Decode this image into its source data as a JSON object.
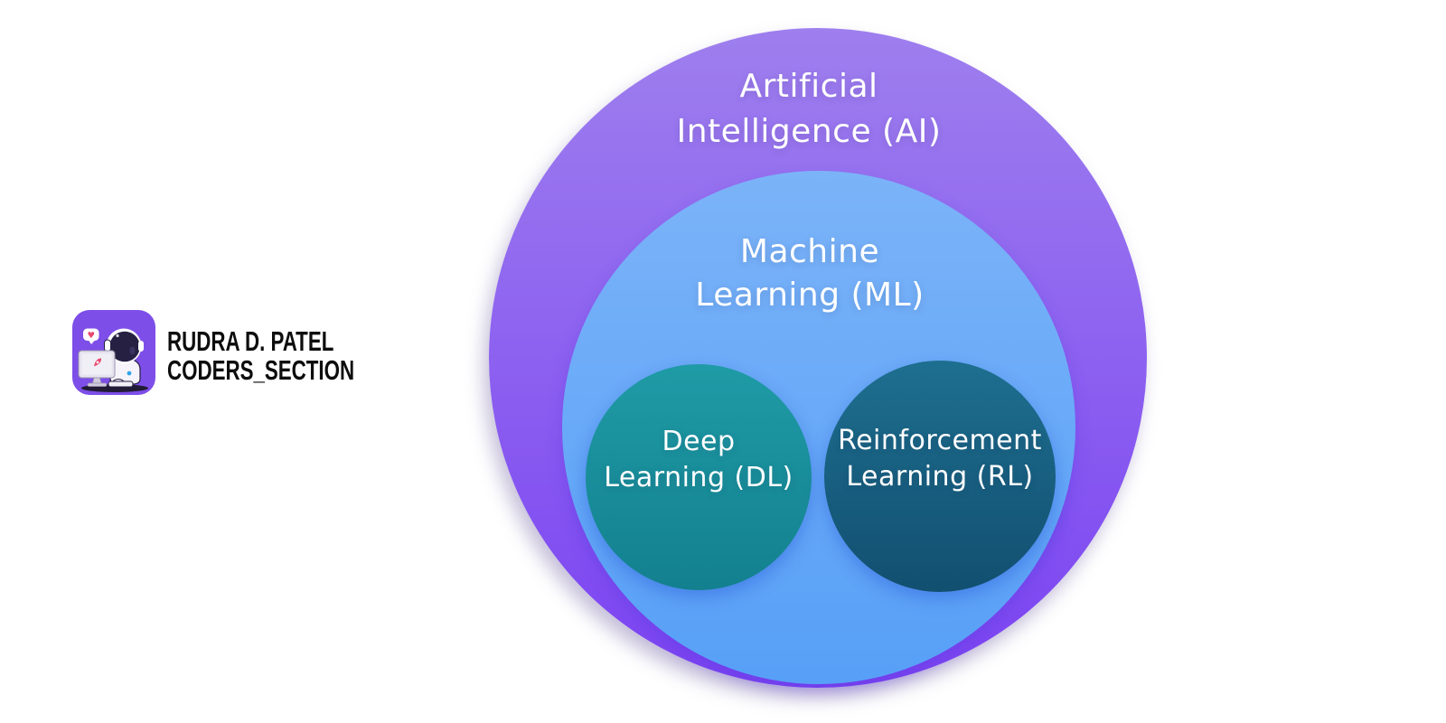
{
  "page": {
    "background_color": "#ffffff"
  },
  "branding": {
    "logo_icon": "astronaut-coder-icon",
    "logo_background_color": "#7d4ee8",
    "name_line1": "RUDRA D. PATEL",
    "name_line2": "CODERS_SECTION",
    "text_color": "#0d0d0d"
  },
  "diagram": {
    "type": "nested-circles",
    "description": "Artificial Intelligence contains Machine Learning, which contains Deep Learning and Reinforcement Learning",
    "circles": [
      {
        "id": "ai",
        "label_line1": "Artificial",
        "label_line2": "Intelligence (AI)",
        "color_top": "#9e7fee",
        "color_bottom": "#7b43f2",
        "text_color": "#ffffff",
        "parent": null
      },
      {
        "id": "ml",
        "label_line1": "Machine",
        "label_line2": "Learning (ML)",
        "color_top": "#7bb3f8",
        "color_bottom": "#57a0f7",
        "text_color": "#ffffff",
        "parent": "ai"
      },
      {
        "id": "dl",
        "label_line1": "Deep",
        "label_line2": "Learning (DL)",
        "color_top": "#1f9ba6",
        "color_bottom": "#13808f",
        "text_color": "#ffffff",
        "parent": "ml"
      },
      {
        "id": "rl",
        "label_line1": "Reinforcement",
        "label_line2": "Learning (RL)",
        "color_top": "#1e6f90",
        "color_bottom": "#124f70",
        "text_color": "#ffffff",
        "parent": "ml"
      }
    ]
  }
}
